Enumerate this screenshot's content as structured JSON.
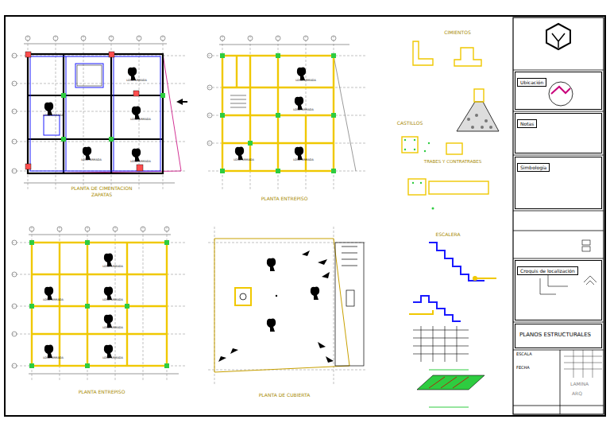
{
  "diagram": {
    "nodes": [
      {
        "text": [
          "Ubicación"
        ]
      },
      {
        "text": [
          "Notas"
        ]
      },
      {
        "text": [
          "Simbología"
        ]
      },
      {
        "text": [
          "Croquis de localización"
        ]
      },
      {
        "text": [
          "PLANOS ESTRUCTURALES"
        ]
      }
    ],
    "labels": [
      "PLANTA DE CIMENTACION",
      "ZAPATAS",
      "PLANTA ENTREPISO",
      "PLANTA ENTREPISO",
      "PLANTA DE CUBIERTA",
      "CIMIENTOS",
      "CASTILLOS",
      "TRABES Y CONTRATRABES",
      "ESCALERA",
      "LOSA ARMADA",
      "LOSA ARMADA",
      "LOSA ARMADA",
      "LOSA ARMADA",
      "LOSA ARMADA",
      "LOSA ARMADA",
      "LOSA ARMADA",
      "LOSA ARMADA",
      "LOSA ARMADA",
      "LOSA ARMADA",
      "LOSA ARMADA",
      "LOSA ARMADA",
      "LOSA ARMADA",
      "LOSA ARMADA",
      "LOSA ARMADA",
      "ESCALA",
      "FECHA",
      "LAMINA",
      "ARQ"
    ]
  }
}
